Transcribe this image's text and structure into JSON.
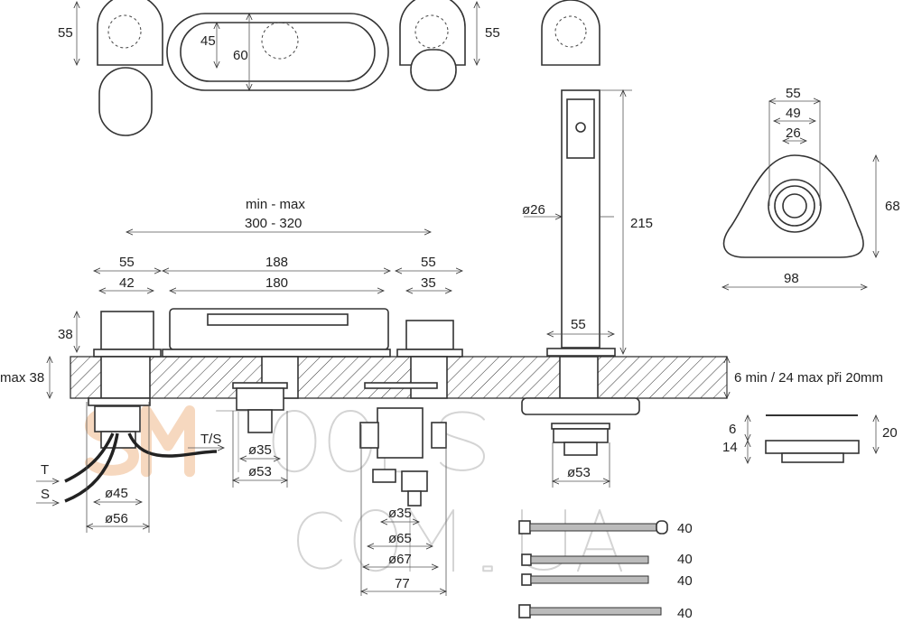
{
  "top_views": {
    "handle_left_height": "55",
    "spout_inner": "45",
    "spout_outer": "60",
    "handle_right_height": "55"
  },
  "hand_shower": {
    "diameter": "ø26",
    "height": "215",
    "base_width": "55"
  },
  "triangle_base": {
    "d1": "55",
    "d2": "49",
    "d3": "26",
    "height": "68",
    "width": "98"
  },
  "spacing": {
    "label": "min - max",
    "value": "300 - 320"
  },
  "left_handle": {
    "outer": "55",
    "inner": "42",
    "height": "38"
  },
  "spout": {
    "outer": "188",
    "inner": "180"
  },
  "right_handle": {
    "outer": "55",
    "inner": "35"
  },
  "deck": {
    "left_label": "max 38",
    "right_label": "6 min / 24 max při 20mm"
  },
  "below": {
    "left_d1": "ø45",
    "left_d2": "ø56",
    "spout_d1": "ø35",
    "spout_d2": "ø53",
    "diverter_d1": "ø35",
    "diverter_d2": "ø65",
    "diverter_d3": "ø67",
    "diverter_w": "77",
    "shower_d": "ø53",
    "label_t": "T",
    "label_s": "S",
    "label_ts": "T/S"
  },
  "side_detail": {
    "top": "6",
    "bottom": "14",
    "total": "20"
  },
  "hoses": [
    "40",
    "40",
    "40",
    "40"
  ],
  "watermark": "SMTOOLS COM.UA"
}
